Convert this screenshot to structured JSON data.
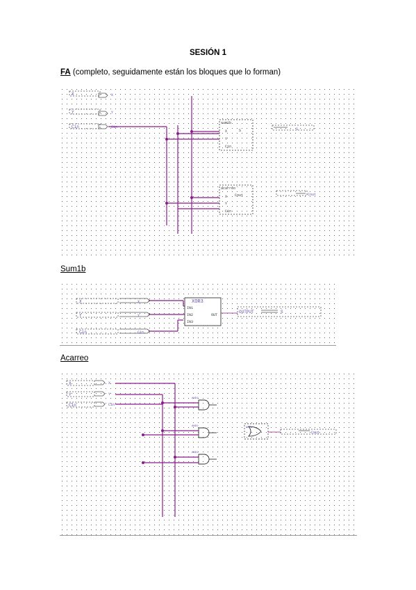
{
  "page": {
    "title": "SESIÓN 1"
  },
  "sections": {
    "fa": {
      "label": "FA",
      "caption": "(completo, seguidamente están los bloques que lo forman)"
    },
    "sum1b": {
      "label": "Sum1b"
    },
    "acarreo": {
      "label": "Acarreo"
    }
  },
  "fa_schematic": {
    "inputs": [
      "X",
      "Y",
      "Cin"
    ],
    "input_pins": [
      "X",
      "Y",
      "Cin"
    ],
    "block_sum": {
      "name": "sum1b",
      "pins_in": [
        "X",
        "Y",
        "Cin"
      ],
      "pin_out": "S"
    },
    "block_carry": {
      "name": "acarreo",
      "pins_in": [
        "X",
        "Y",
        "Cin"
      ],
      "pin_out": "Cout"
    },
    "outputs": [
      "S",
      "Cout"
    ]
  },
  "sum1b_schematic": {
    "inputs": [
      "X",
      "Y",
      "Cin"
    ],
    "input_pins": [
      "X",
      "Y",
      "Cin"
    ],
    "gate_name": "XOR3",
    "gate_pins_in": [
      "IN1",
      "IN2",
      "IN3"
    ],
    "gate_pin_out": "OUT",
    "output_label": "OUTPUT",
    "output": "S"
  },
  "acarreo_schematic": {
    "inputs": [
      "X",
      "Y",
      "Cin"
    ],
    "input_pins": [
      "X",
      "Y",
      "Cin"
    ],
    "and_gates": [
      "AND2",
      "AND2",
      "AND2"
    ],
    "or_gate": "OR3",
    "output": "Cout"
  },
  "colors": {
    "wire": "#8b1a8b",
    "grid": "#555555",
    "port": "#333333",
    "accent": "#6a4bb5"
  }
}
